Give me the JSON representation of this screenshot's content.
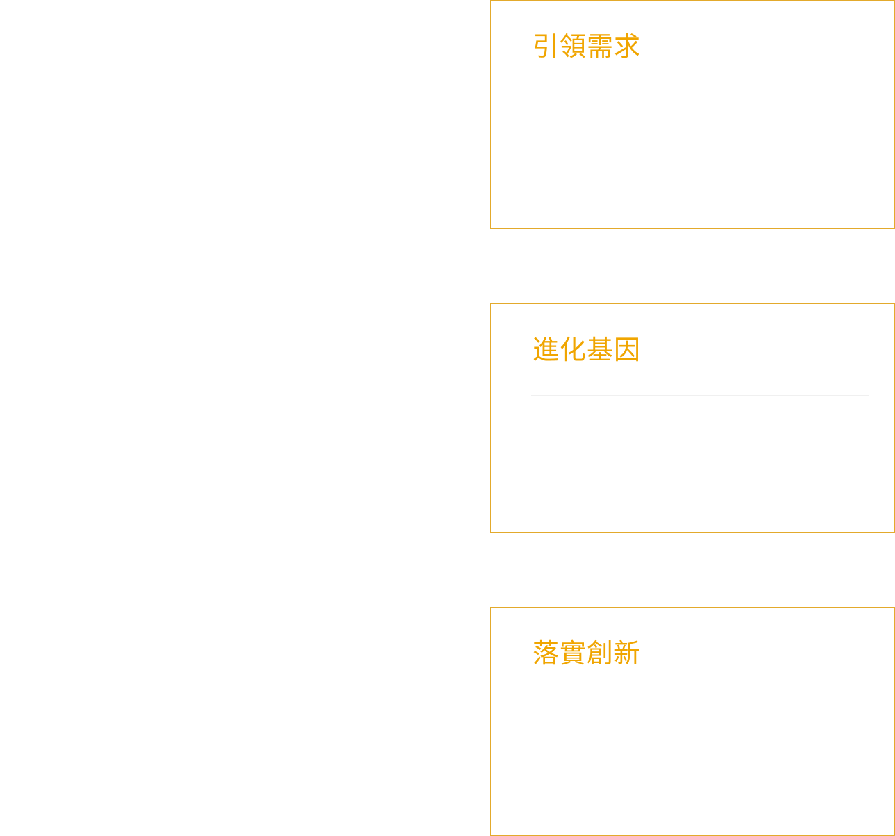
{
  "cards": [
    {
      "title": "引領需求"
    },
    {
      "title": "進化基因"
    },
    {
      "title": "落實創新"
    }
  ],
  "colors": {
    "accent": "#f0a500",
    "border": "#e3aa2c",
    "divider": "#f0f0f0",
    "background": "#ffffff"
  }
}
